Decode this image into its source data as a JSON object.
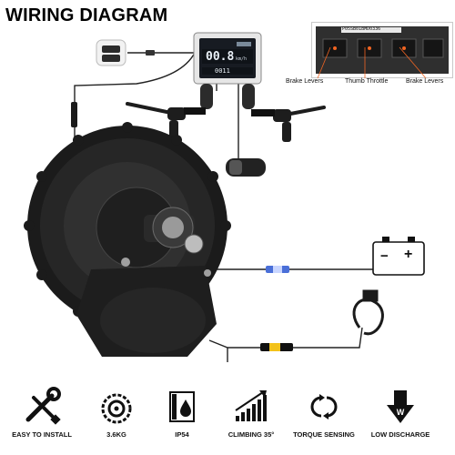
{
  "title": "WIRING DIAGRAM",
  "connector_panel": {
    "code": "P05SB01BMD0336",
    "labels": [
      "Brake Levers",
      "Thumb Throttle",
      "Brake Levers"
    ]
  },
  "display": {
    "speed": "00.8",
    "unit": "km/h",
    "odometer": "0011"
  },
  "battery": {
    "negative": "−",
    "positive": "+"
  },
  "features": [
    {
      "label": "EASY TO INSTALL",
      "icon": "wrench-screwdriver-icon"
    },
    {
      "label": "3.6KG",
      "icon": "gear-weight-icon"
    },
    {
      "label": "IP54",
      "icon": "water-drop-icon"
    },
    {
      "label": "CLIMBING 35°",
      "icon": "rising-bars-icon"
    },
    {
      "label": "TORQUE SENSING",
      "icon": "rotation-arrows-icon"
    },
    {
      "label": "LOW DISCHARGE",
      "icon": "down-arrow-w-icon"
    }
  ],
  "colors": {
    "accent": "#f26522",
    "cable": "#222222",
    "motor": "#1b1b1b"
  }
}
